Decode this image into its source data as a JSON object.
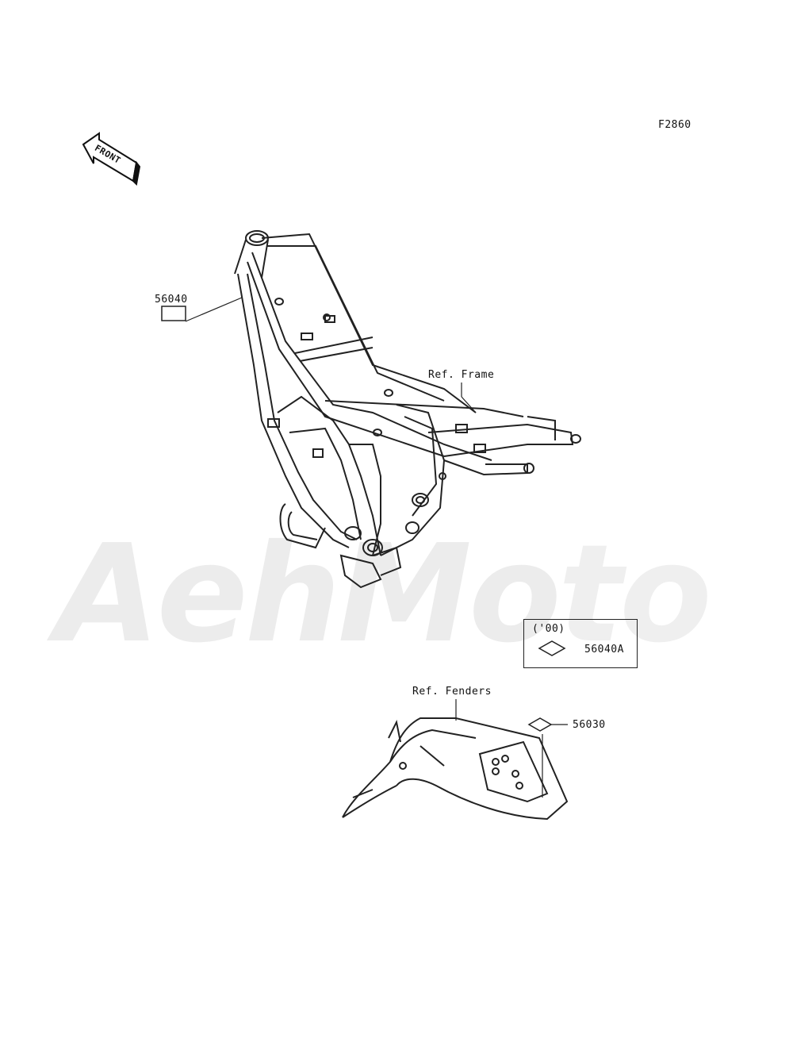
{
  "diagram": {
    "figure_code": "F2860",
    "front_arrow_label": "FRONT",
    "watermark_text": "AehMoto",
    "labels": {
      "part_56040": "56040",
      "ref_frame": "Ref. Frame",
      "ref_fenders": "Ref. Fenders",
      "part_56030": "56030"
    },
    "variant_box": {
      "year": "('00)",
      "part": "56040A"
    }
  }
}
